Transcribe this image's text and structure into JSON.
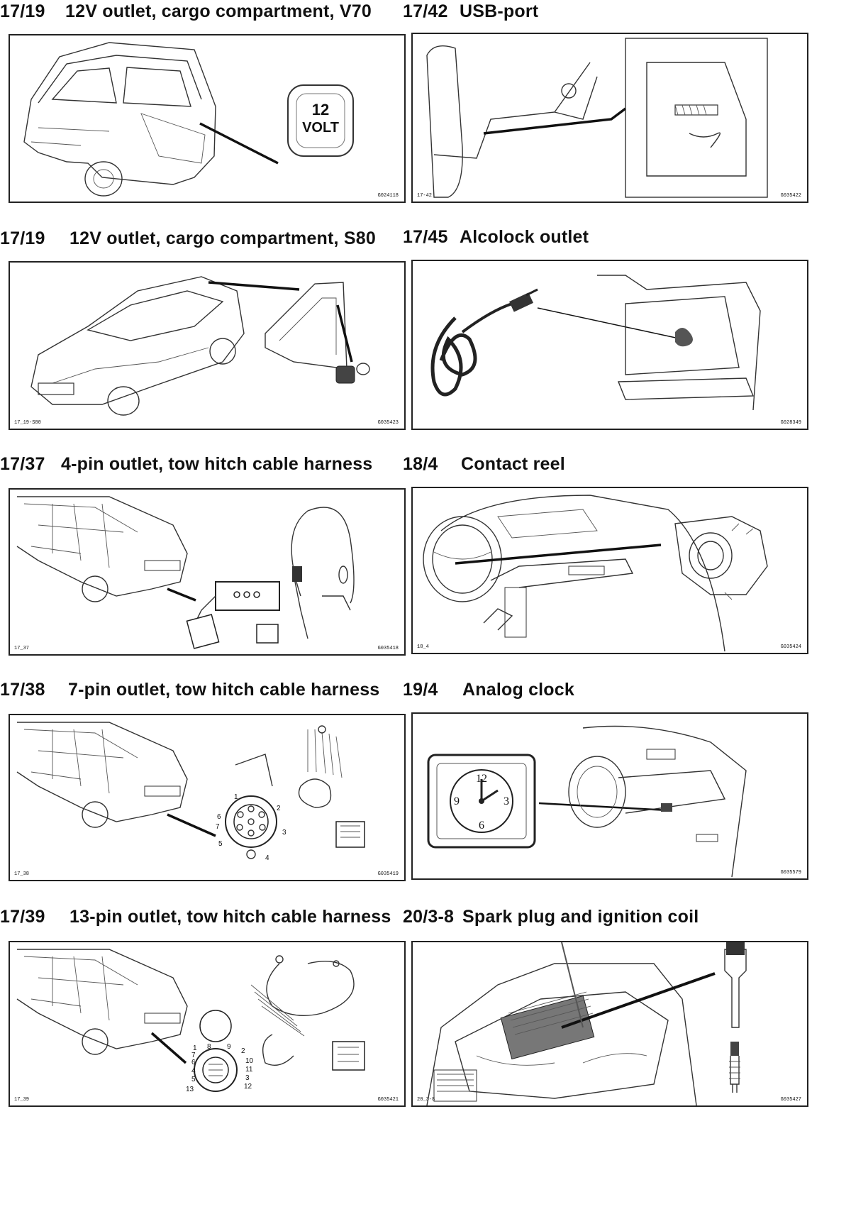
{
  "panels": [
    {
      "code": "17/19",
      "title": "12V outlet, cargo compartment, V70",
      "caption_left": "",
      "caption_right": "G024118",
      "inset_text": [
        "12",
        "VOLT"
      ]
    },
    {
      "code": "17/42",
      "title": "USB-port",
      "caption_left": "17-42",
      "caption_right": "G035422"
    },
    {
      "code": "17/19",
      "title": "12V outlet, cargo compartment, S80",
      "caption_left": "17_19-S80",
      "caption_right": "G035423"
    },
    {
      "code": "17/45",
      "title": "Alcolock outlet",
      "caption_left": "",
      "caption_right": "G028349"
    },
    {
      "code": "17/37",
      "title": "4-pin outlet, tow hitch cable harness",
      "caption_left": "17_37",
      "caption_right": "G035418"
    },
    {
      "code": "18/4",
      "title": "Contact reel",
      "caption_left": "18_4",
      "caption_right": "G035424"
    },
    {
      "code": "17/38",
      "title": "7-pin outlet, tow hitch cable harness",
      "caption_left": "17_38",
      "caption_right": "G035419",
      "pins": [
        "1",
        "2",
        "3",
        "4",
        "5",
        "6",
        "7"
      ]
    },
    {
      "code": "19/4",
      "title": "Analog clock",
      "caption_left": "",
      "caption_right": "G035579",
      "clock_numerals": [
        "12",
        "3",
        "6",
        "9"
      ]
    },
    {
      "code": "17/39",
      "title": "13-pin outlet, tow hitch cable harness",
      "caption_left": "17_39",
      "caption_right": "G035421",
      "pins": [
        "1",
        "8",
        "9",
        "2",
        "7",
        "10",
        "6",
        "11",
        "4",
        "3",
        "5",
        "12",
        "13"
      ]
    },
    {
      "code": "20/3-8",
      "title": "Spark plug and ignition coil",
      "caption_left": "20_3-8",
      "caption_right": "G035427"
    }
  ]
}
